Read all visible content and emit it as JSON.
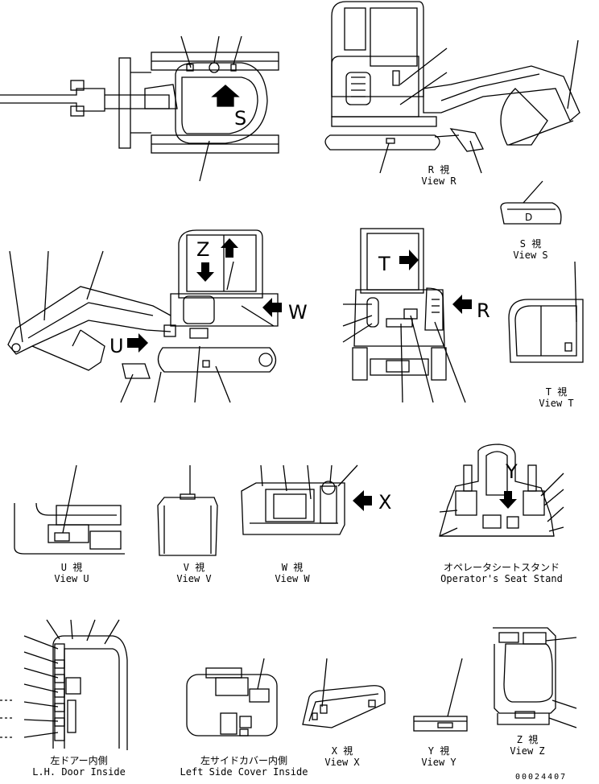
{
  "views": {
    "r": {
      "jp": "R 視",
      "en": "View R"
    },
    "s": {
      "jp": "S 視",
      "en": "View S"
    },
    "t": {
      "jp": "T 視",
      "en": "View T"
    },
    "u": {
      "jp": "U 視",
      "en": "View U"
    },
    "v": {
      "jp": "V 視",
      "en": "View V"
    },
    "w": {
      "jp": "W 視",
      "en": "View W"
    },
    "operator_seat_stand": {
      "jp": "オペレータシートスタンド",
      "en": "Operator's Seat Stand"
    },
    "lh_door_inside": {
      "jp": "左ドアー内側",
      "en": "L.H. Door Inside"
    },
    "left_side_cover_inside": {
      "jp": "左サイドカバー内側",
      "en": "Left Side Cover Inside"
    },
    "x": {
      "jp": "X 視",
      "en": "View X"
    },
    "y": {
      "jp": "Y 視",
      "en": "View Y"
    },
    "z": {
      "jp": "Z 視",
      "en": "View Z"
    }
  },
  "direction_markers": {
    "s": "S",
    "z": "Z",
    "t": "T",
    "u": "U",
    "w": "W",
    "r": "R",
    "x": "X",
    "y": "Y",
    "d": "D"
  },
  "document_number": "00024407"
}
